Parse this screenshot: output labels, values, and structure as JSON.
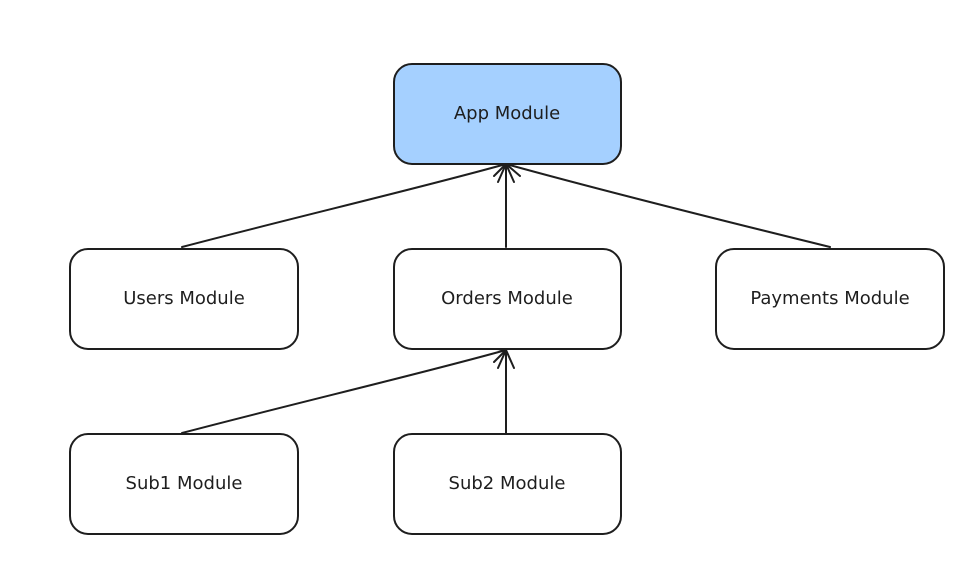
{
  "diagram": {
    "root_fill": "#a5d0ff",
    "node_fill": "#ffffff",
    "stroke_color": "#1e1e1e",
    "nodes": {
      "app": {
        "label": "App Module"
      },
      "users": {
        "label": "Users Module"
      },
      "orders": {
        "label": "Orders Module"
      },
      "payments": {
        "label": "Payments Module"
      },
      "sub1": {
        "label": "Sub1 Module"
      },
      "sub2": {
        "label": "Sub2 Module"
      }
    },
    "edges": [
      {
        "from": "users",
        "to": "app"
      },
      {
        "from": "orders",
        "to": "app"
      },
      {
        "from": "payments",
        "to": "app"
      },
      {
        "from": "sub1",
        "to": "orders"
      },
      {
        "from": "sub2",
        "to": "orders"
      }
    ]
  }
}
